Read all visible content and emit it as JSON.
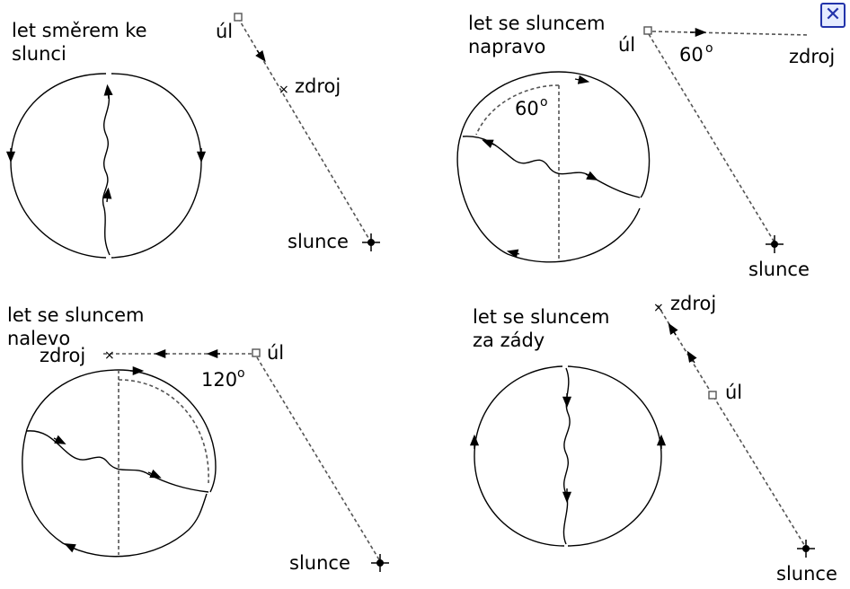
{
  "close_icon": "close-icon",
  "colors": {
    "ink": "#000000",
    "dash": "#555555",
    "close": "#2233aa"
  },
  "panels": [
    {
      "title_lines": [
        "let směrem ke",
        "slunci"
      ],
      "hive": "úl",
      "source": "zdroj",
      "sun": "slunce",
      "angle": ""
    },
    {
      "title_lines": [
        "let se sluncem",
        "napravo"
      ],
      "hive": "úl",
      "source": "zdroj",
      "sun": "slunce",
      "angle": "60",
      "angle2": "60"
    },
    {
      "title_lines": [
        "let se sluncem",
        "nalevo"
      ],
      "hive": "úl",
      "source": "zdroj",
      "sun": "slunce",
      "angle": "120"
    },
    {
      "title_lines": [
        "let se sluncem",
        "za zády"
      ],
      "hive": "úl",
      "source": "zdroj",
      "sun": "slunce",
      "angle": ""
    }
  ]
}
